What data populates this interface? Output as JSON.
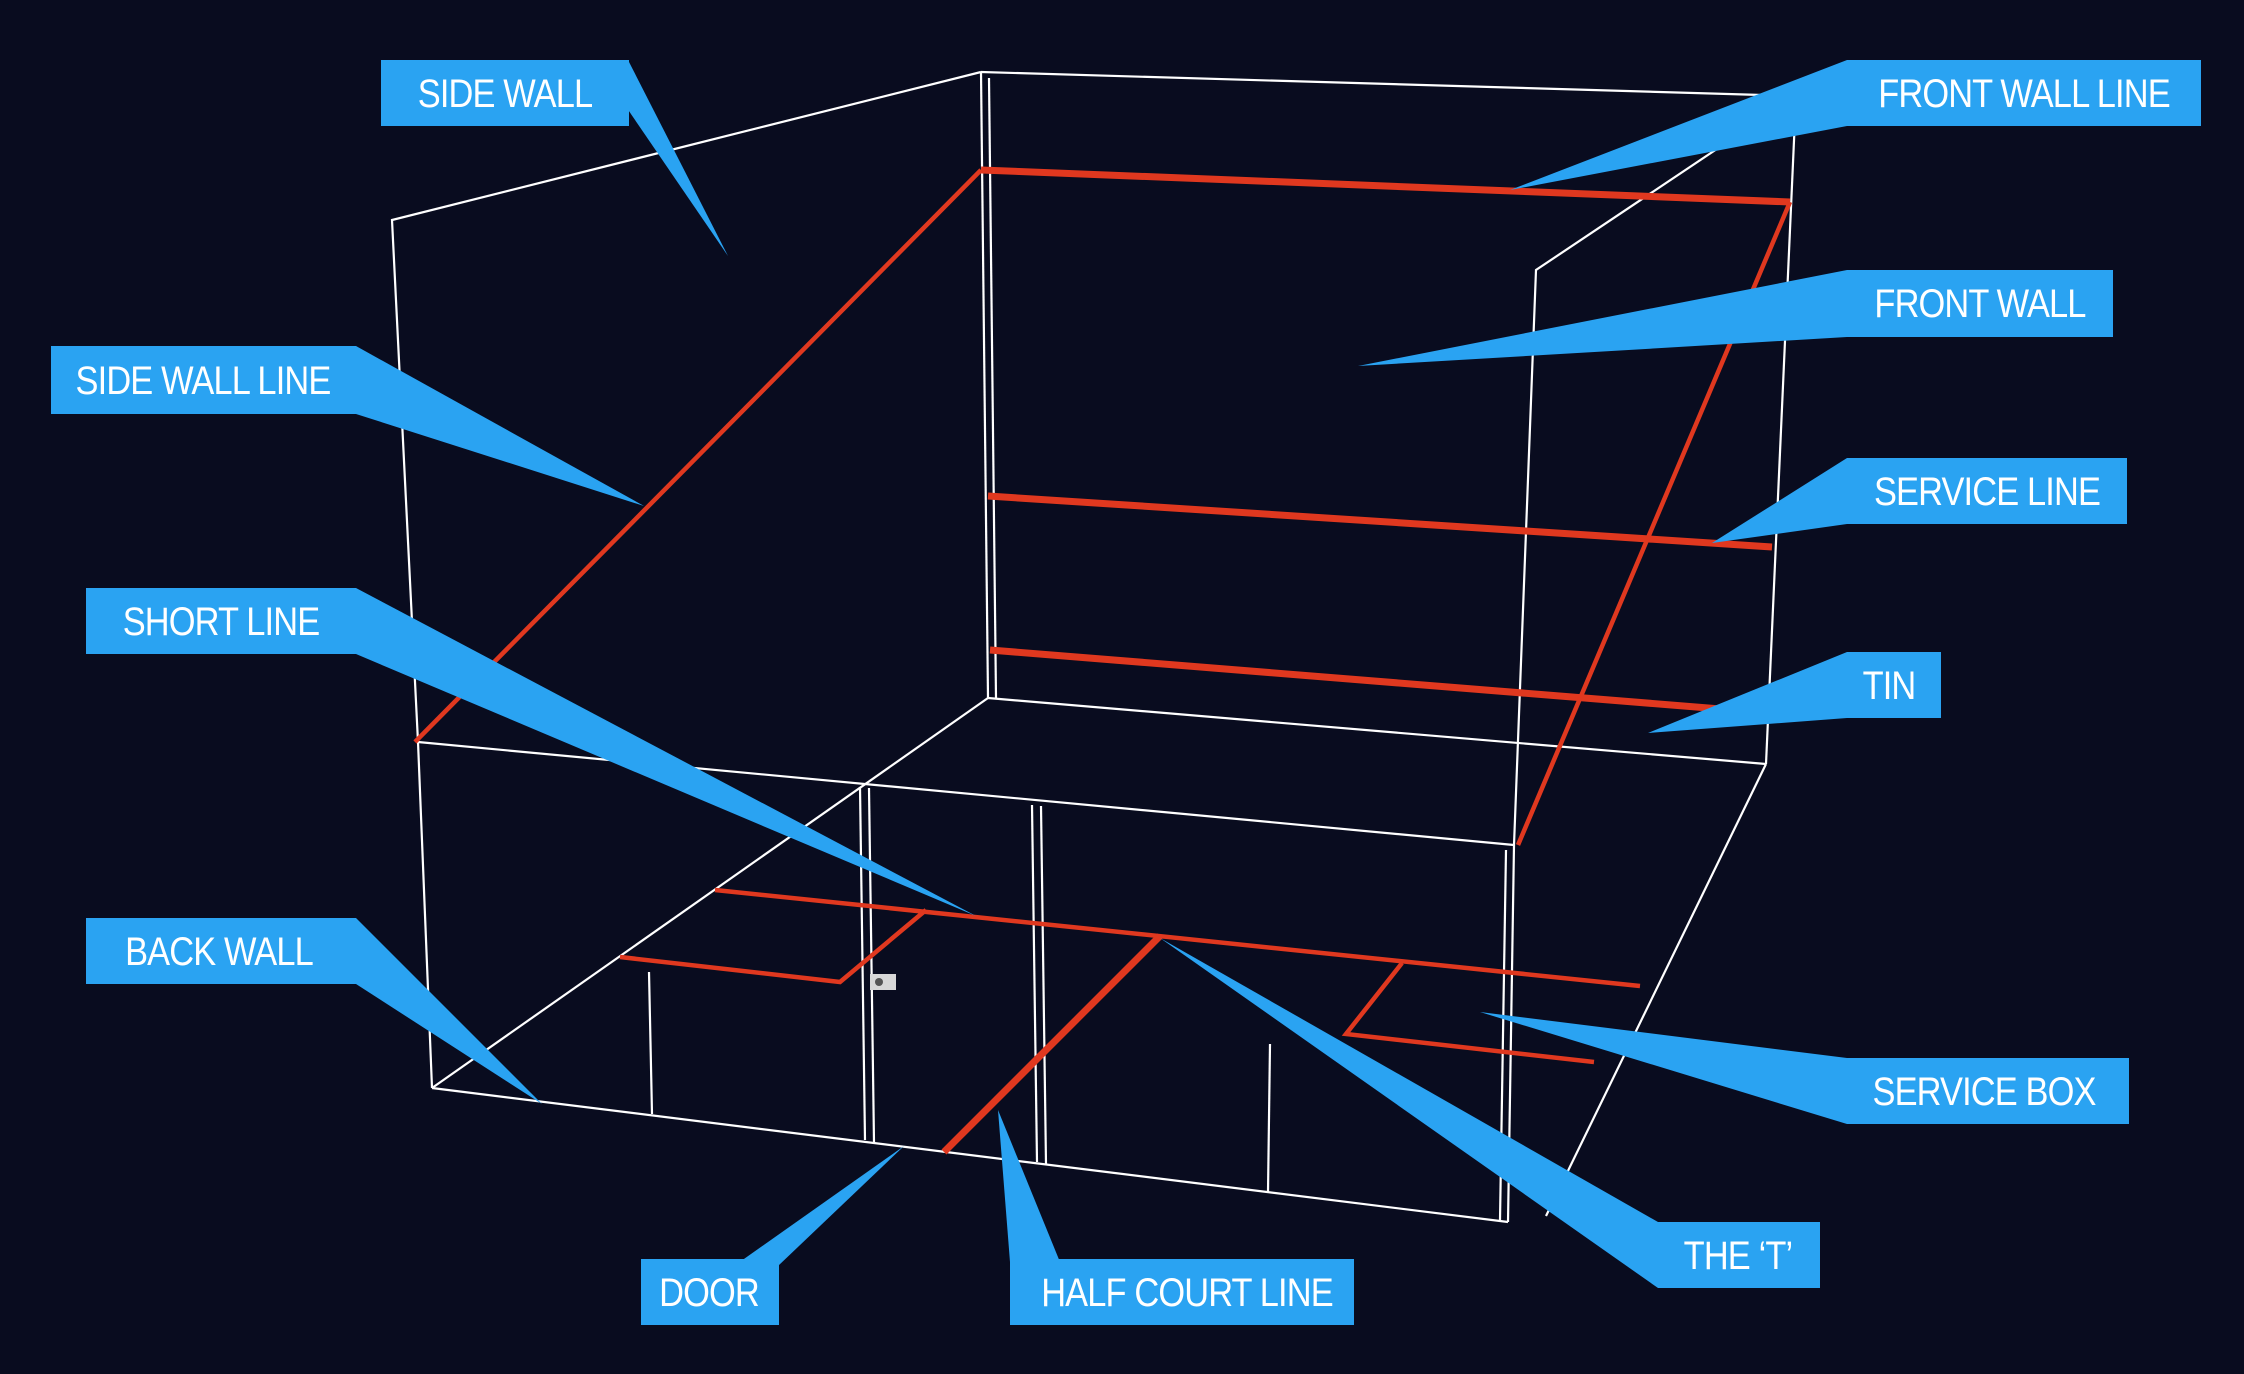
{
  "colors": {
    "background": "#090c1f",
    "court_lines": "#e0381f",
    "wireframe": "#ffffff",
    "label_background": "#2aa3f2",
    "label_text": "#ffffff"
  },
  "labels": {
    "side_wall": "SIDE WALL",
    "front_wall_line": "FRONT WALL LINE",
    "front_wall": "FRONT WALL",
    "side_wall_line": "SIDE WALL LINE",
    "service_line": "SERVICE LINE",
    "short_line": "SHORT LINE",
    "tin": "TIN",
    "back_wall": "BACK WALL",
    "service_box": "SERVICE BOX",
    "the_t": "THE ‘T’",
    "door": "DOOR",
    "half_court_line": "HALF COURT LINE"
  }
}
